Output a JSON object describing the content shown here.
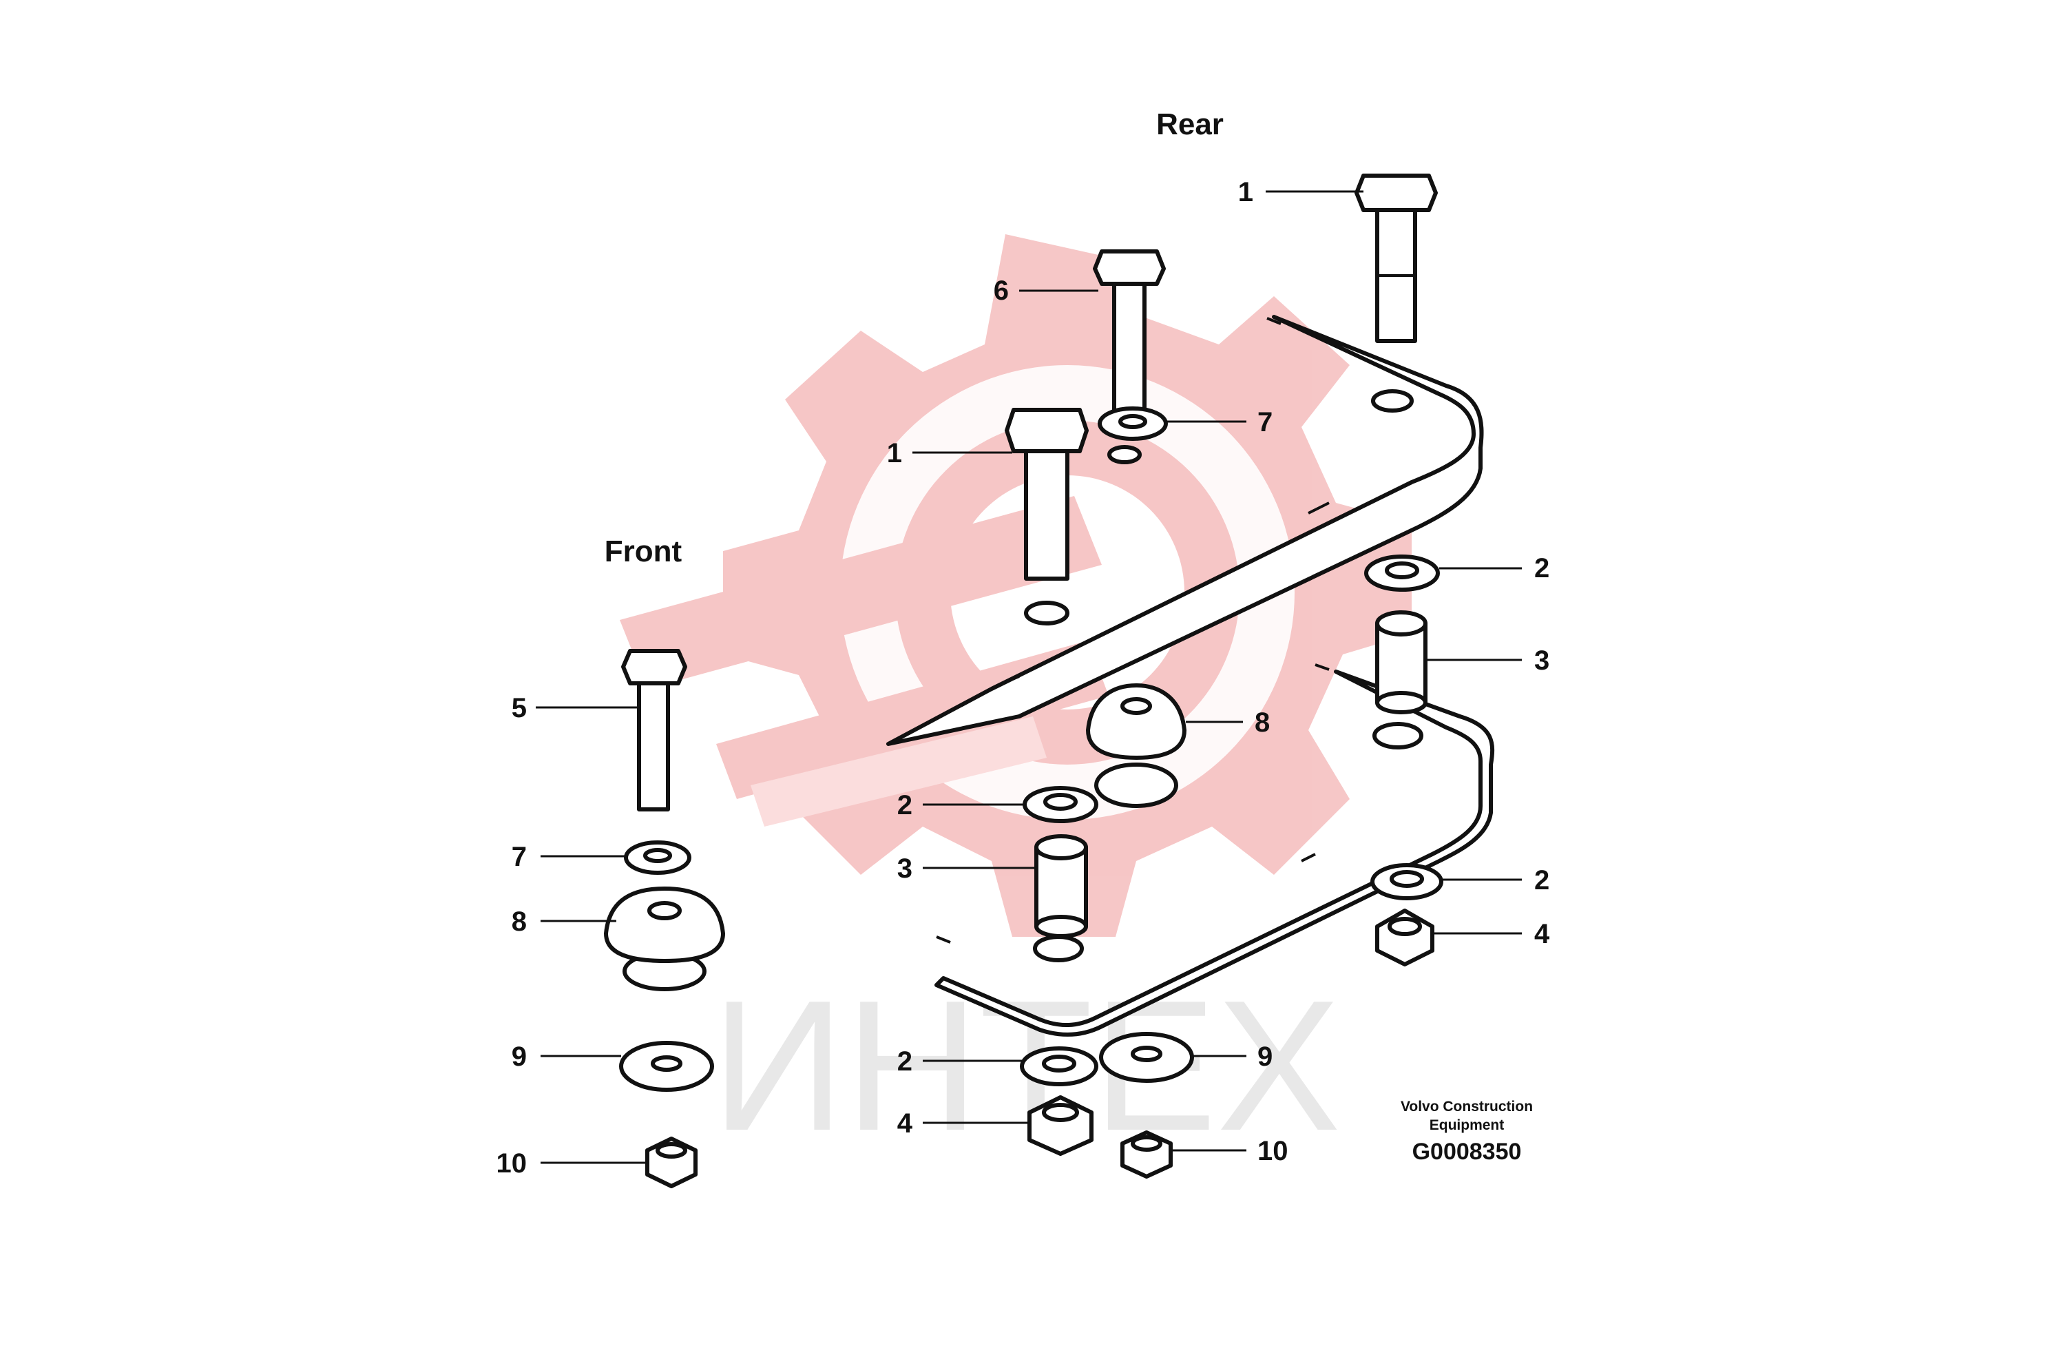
{
  "headings": {
    "rear": "Rear",
    "front": "Front"
  },
  "credit": {
    "line1": "Volvo Construction",
    "line2": "Equipment",
    "code": "G0008350"
  },
  "watermark": {
    "text": "ИНТЕХ",
    "color": "#e8e8e8",
    "emblem_color": "#f6c4c4"
  },
  "callouts": {
    "c1a": "1",
    "c1b": "1",
    "c6": "6",
    "c7a": "7",
    "c2a": "2",
    "c3a": "3",
    "c8a": "8",
    "c5": "5",
    "c2b": "2",
    "c7b": "7",
    "c3b": "3",
    "c8b": "8",
    "c2c": "2",
    "c4a": "4",
    "c9a": "9",
    "c2d": "2",
    "c9b": "9",
    "c4b": "4",
    "c10a": "10",
    "c10b": "10"
  }
}
